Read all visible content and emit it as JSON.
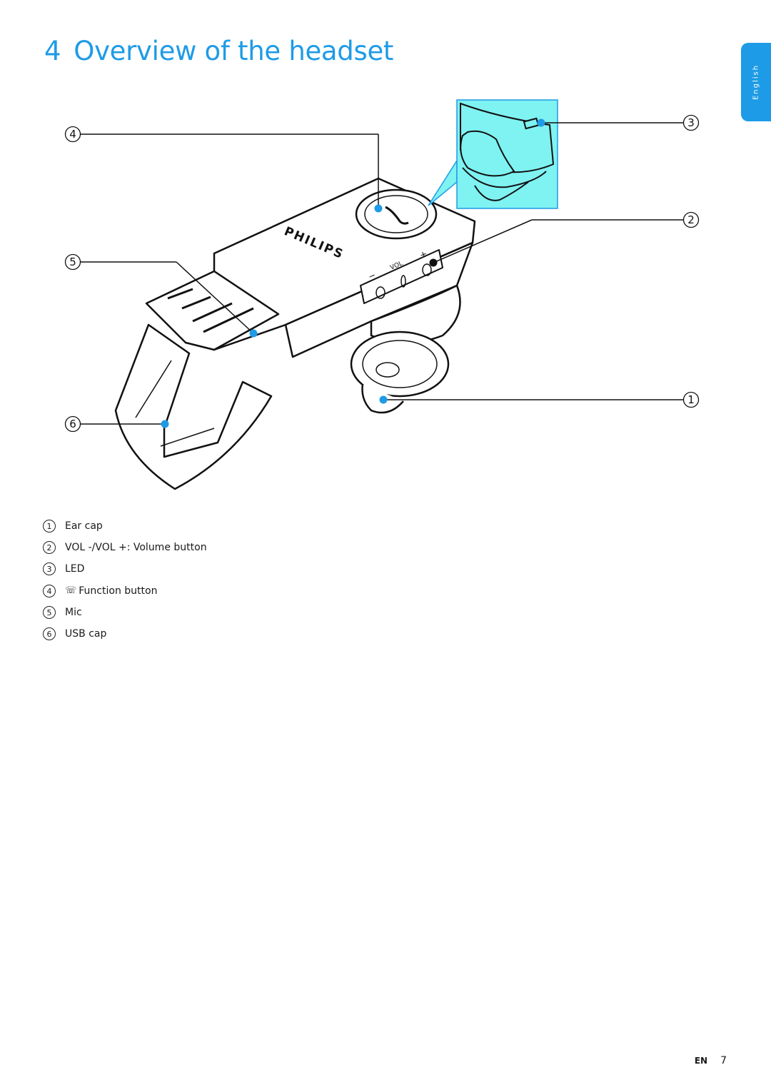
{
  "section": {
    "number": "4",
    "title": "Overview of the headset"
  },
  "lang_tab": "English",
  "brand_logo": "PHILIPS",
  "device_markings": {
    "vol": "VOL",
    "minus": "−",
    "plus": "+"
  },
  "callouts": [
    "1",
    "2",
    "3",
    "4",
    "5",
    "6"
  ],
  "legend": [
    {
      "num": "1",
      "label": "Ear cap"
    },
    {
      "num": "2",
      "label": "VOL -/VOL +: Volume button"
    },
    {
      "num": "3",
      "label": "LED"
    },
    {
      "num": "4",
      "label": "Function button",
      "icon": "phone-icon"
    },
    {
      "num": "5",
      "label": "Mic"
    },
    {
      "num": "6",
      "label": "USB cap"
    }
  ],
  "footer": {
    "lang": "EN",
    "page": "7"
  },
  "colors": {
    "accent": "#1e9be6",
    "inset_fill": "#7ff2f2"
  }
}
